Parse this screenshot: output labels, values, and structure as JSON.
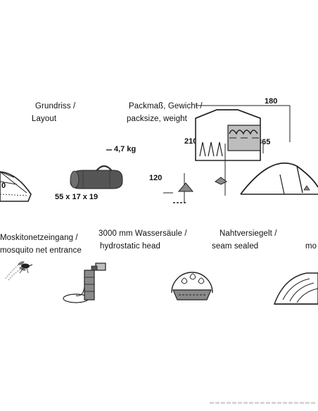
{
  "labels": {
    "layout_de": "Grundriss /",
    "layout_en": "Layout",
    "pack_de": "Packmaß, Gewicht /",
    "pack_en": "packsize, weight",
    "mosquito_de": "Moskitonetzeingang /",
    "mosquito_en": "mosquito net entrance",
    "hydro_de": "3000 mm Wassersäule /",
    "hydro_en": "hydrostatic head",
    "seam_de": "Nahtversiegelt /",
    "seam_en": "seam sealed",
    "cut_label": "mo"
  },
  "dimensions": {
    "weight": "4,7 kg",
    "packsize": "55 x 17 x 19",
    "width_top": "180",
    "height_210": "210",
    "depth_365": "365",
    "height_120": "120",
    "layout_partial": "0"
  },
  "colors": {
    "line": "#222222",
    "fill_dark": "#555555",
    "fill_mid": "#8a8a8a",
    "fill_light": "#bdbdbd",
    "bar": "#d6d6d6"
  }
}
